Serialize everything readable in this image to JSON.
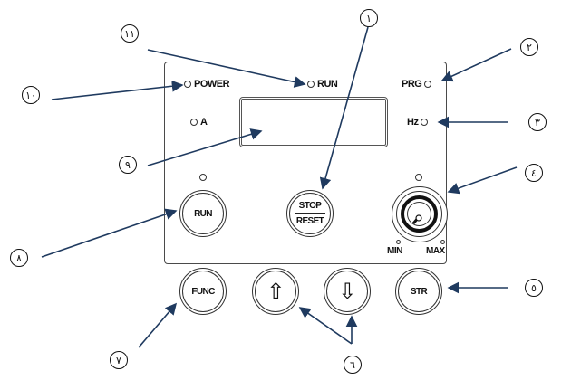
{
  "diagram": {
    "title": "Inverter keypad panel",
    "arrow_color": "#1f3a5f",
    "indicators": {
      "power": "POWER",
      "run": "RUN",
      "prg": "PRG",
      "hz": "Hz",
      "a": "A"
    },
    "buttons": {
      "run": "RUN",
      "stop_top": "STOP",
      "stop_bottom": "RESET",
      "func": "FUNC",
      "up_icon": "⇧",
      "down_icon": "⇩",
      "str": "STR"
    },
    "knob": {
      "min_label": "MIN",
      "max_label": "MAX"
    },
    "callouts": [
      {
        "id": 1,
        "label": "١",
        "target": "STOP/RESET button"
      },
      {
        "id": 2,
        "label": "٢",
        "target": "PRG indicator"
      },
      {
        "id": 3,
        "label": "٣",
        "target": "Hz indicator"
      },
      {
        "id": 4,
        "label": "٤",
        "target": "Potentiometer knob"
      },
      {
        "id": 5,
        "label": "٥",
        "target": "STR button"
      },
      {
        "id": 6,
        "label": "٦",
        "target": "Up / Down buttons"
      },
      {
        "id": 7,
        "label": "٧",
        "target": "FUNC button"
      },
      {
        "id": 8,
        "label": "٨",
        "target": "RUN button"
      },
      {
        "id": 9,
        "label": "٩",
        "target": "LCD display"
      },
      {
        "id": 10,
        "label": "١٠",
        "target": "POWER indicator"
      },
      {
        "id": 11,
        "label": "١١",
        "target": "RUN indicator"
      }
    ]
  }
}
